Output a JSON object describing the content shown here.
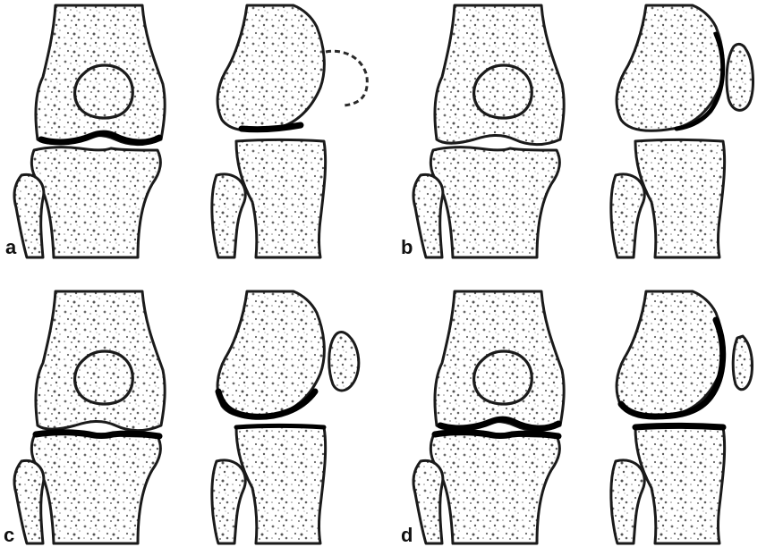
{
  "panels": [
    {
      "key": "a",
      "label": "a"
    },
    {
      "key": "b",
      "label": "b"
    },
    {
      "key": "c",
      "label": "c"
    },
    {
      "key": "d",
      "label": "d"
    }
  ],
  "colors": {
    "ink": "#1a1a1a",
    "highlight": "#000000",
    "background": "#ffffff",
    "speckle": "#6a6a6a"
  }
}
